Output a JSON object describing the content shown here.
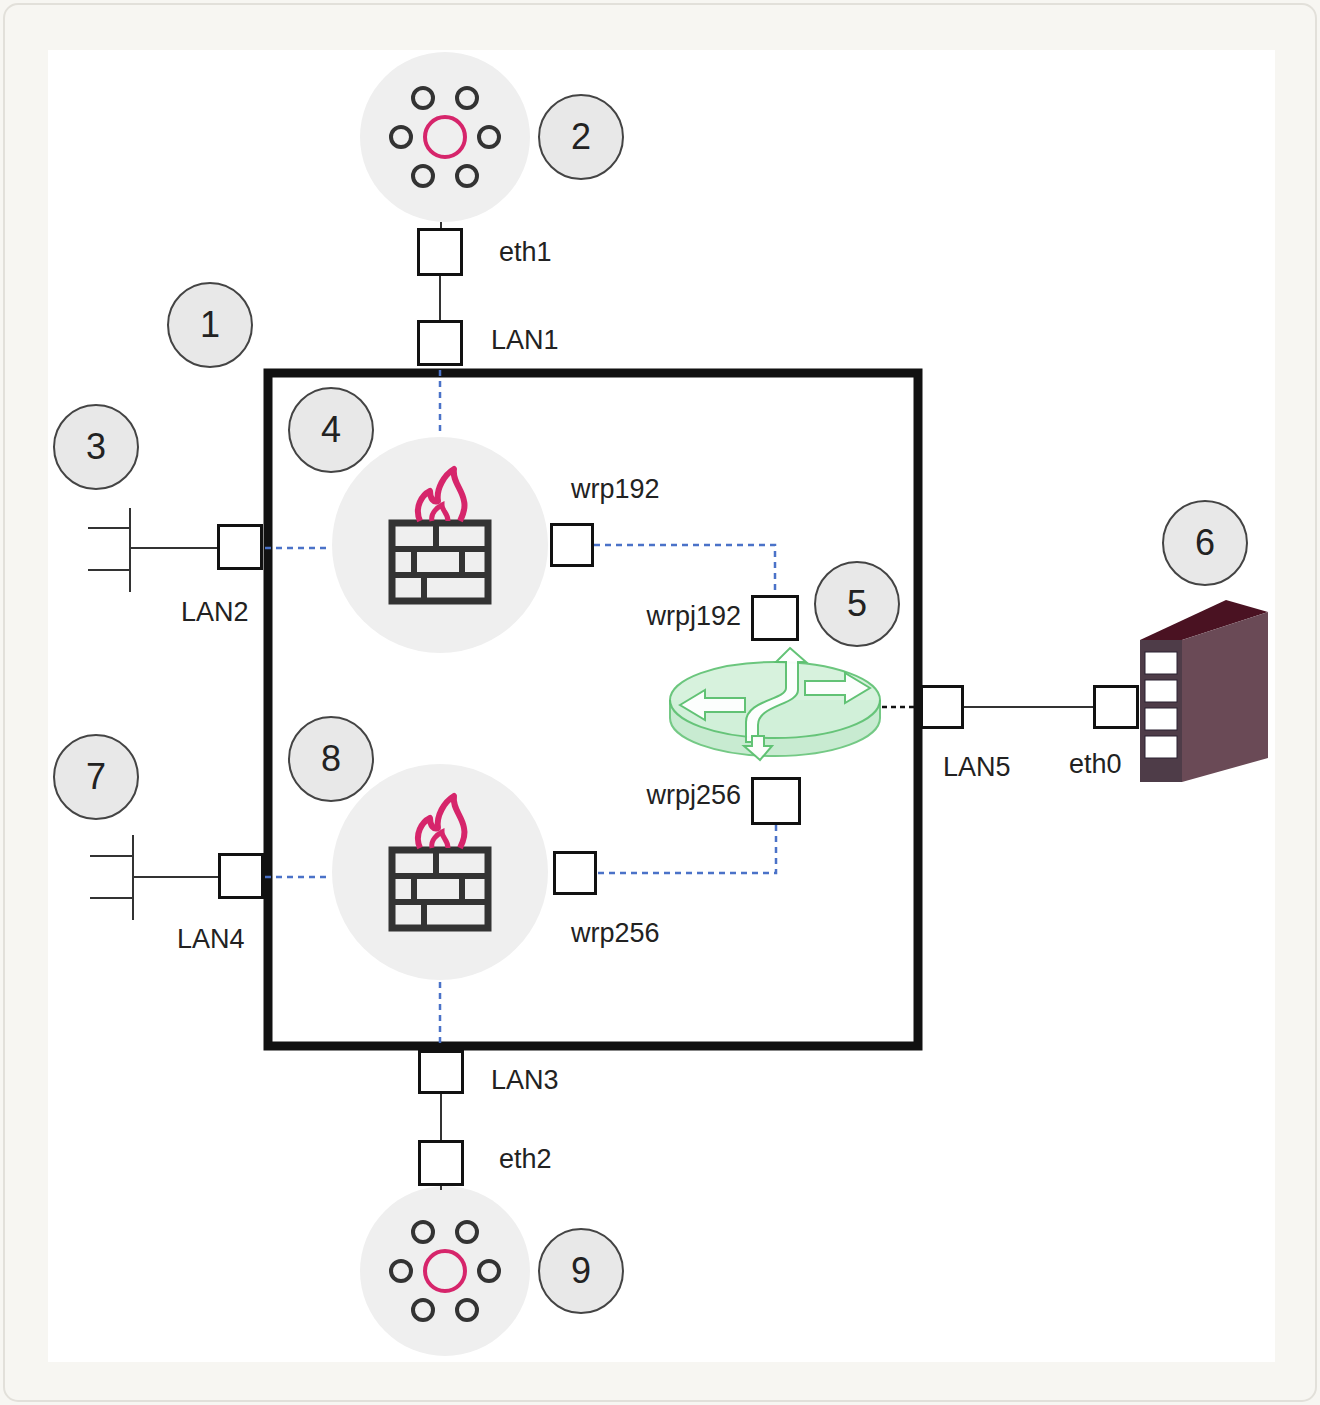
{
  "diagram": {
    "nodes": [
      {
        "text": [
          "eth1"
        ]
      },
      {
        "text": [
          "LAN1"
        ]
      },
      {
        "text": [
          "wrp192"
        ]
      },
      {
        "text": [
          "LAN2"
        ]
      },
      {
        "text": [
          "wrpj192"
        ]
      },
      {
        "text": [
          "LAN5"
        ]
      },
      {
        "text": [
          "eth0"
        ]
      },
      {
        "text": [
          "wrpj256"
        ]
      },
      {
        "text": [
          "wrp256"
        ]
      },
      {
        "text": [
          "LAN4"
        ]
      },
      {
        "text": [
          "LAN3"
        ]
      },
      {
        "text": [
          "eth2"
        ]
      }
    ],
    "edges": [
      {
        "from": 0,
        "to": 1,
        "arrow": "none"
      },
      {
        "from": 2,
        "to": 4,
        "arrow": "none"
      },
      {
        "from": 7,
        "to": 8,
        "arrow": "none"
      },
      {
        "from": 5,
        "to": 6,
        "arrow": "none"
      },
      {
        "from": 10,
        "to": 11,
        "arrow": "none"
      }
    ],
    "labels": [
      "1",
      "2",
      "3",
      "4",
      "5",
      "6",
      "7",
      "8",
      "9"
    ]
  }
}
